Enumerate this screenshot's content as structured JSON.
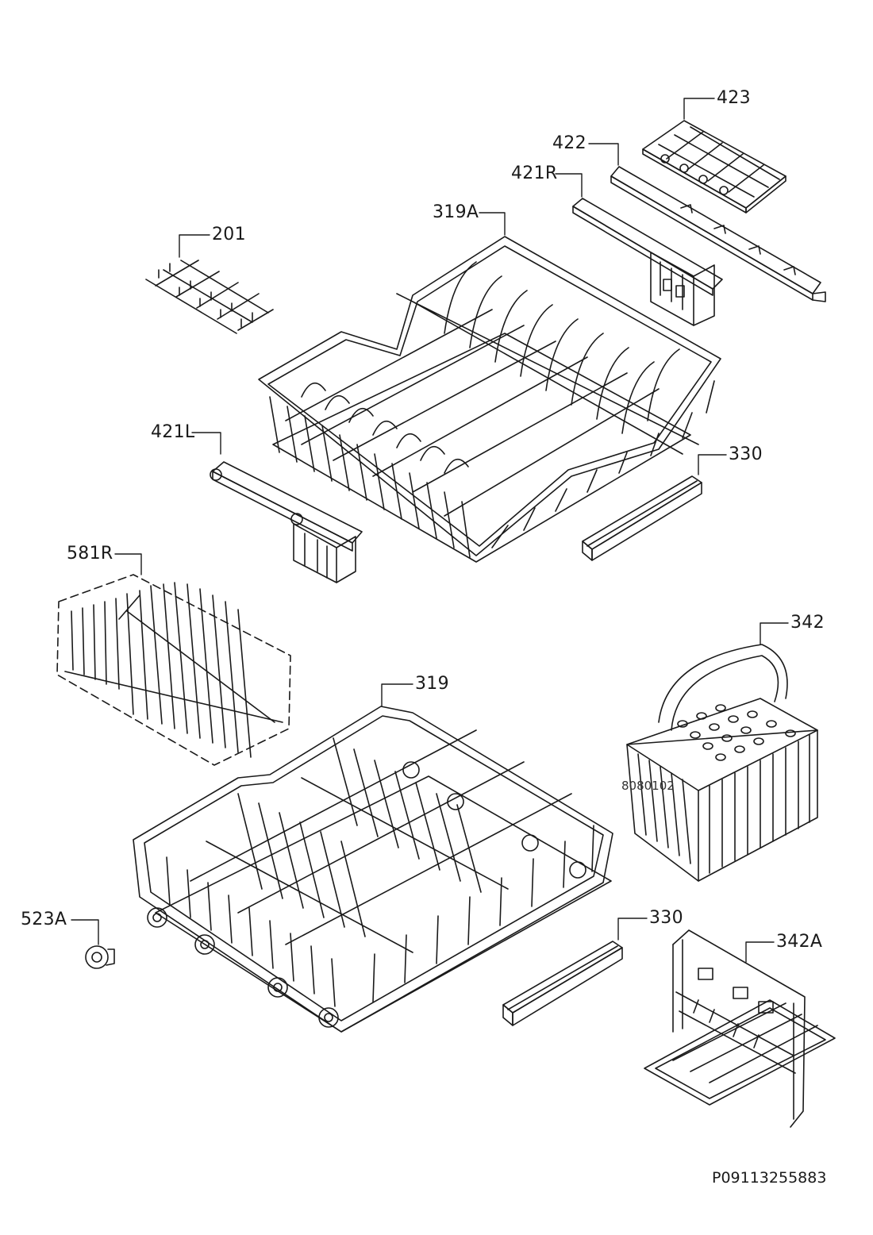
{
  "parts": {
    "p423": "423",
    "p422": "422",
    "p421R": "421R",
    "p319A": "319A",
    "p201": "201",
    "p421L": "421L",
    "p330_upper": "330",
    "p581R": "581R",
    "p342": "342",
    "p319": "319",
    "p523A": "523A",
    "p330_lower": "330",
    "p342A": "342A"
  },
  "basket_stamp": "8080102",
  "drawing_code": "P09113255883",
  "colors": {
    "line": "#1a1a1a",
    "background": "#ffffff"
  }
}
